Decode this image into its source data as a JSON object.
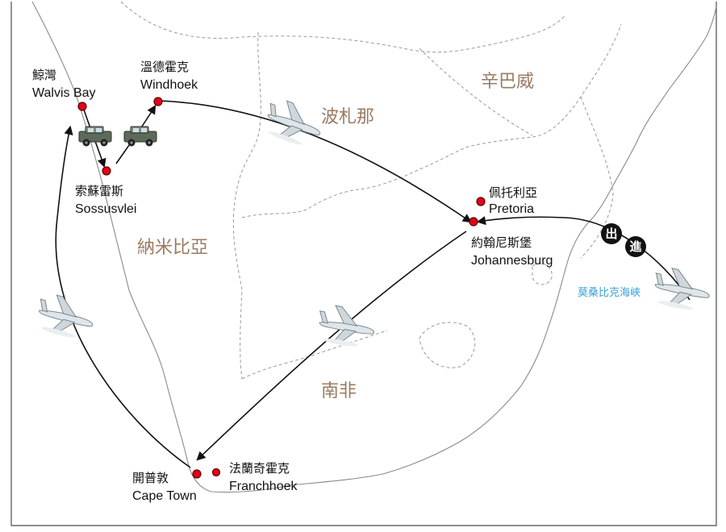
{
  "countries": [
    {
      "id": "zimbabwe",
      "label": "辛巴威"
    },
    {
      "id": "botswana",
      "label": "波札那"
    },
    {
      "id": "namibia",
      "label": "納米比亞"
    },
    {
      "id": "south-africa",
      "label": "南非"
    }
  ],
  "cities": [
    {
      "id": "walvis-bay",
      "zh": "鯨灣",
      "en": "Walvis Bay"
    },
    {
      "id": "windhoek",
      "zh": "溫德霍克",
      "en": "Windhoek"
    },
    {
      "id": "sossusvlei",
      "zh": "索蘇雷斯",
      "en": "Sossusvlei"
    },
    {
      "id": "pretoria",
      "zh": "佩托利亞",
      "en": "Pretoria"
    },
    {
      "id": "johannesburg",
      "zh": "約翰尼斯堡",
      "en": "Johannesburg"
    },
    {
      "id": "cape-town",
      "zh": "開普敦",
      "en": "Cape Town"
    },
    {
      "id": "franschhoek",
      "zh": "法蘭奇霍克",
      "en": "Franchhoek"
    }
  ],
  "strait_label": "莫桑比克海峽",
  "badges": {
    "exit": "出",
    "enter": "進"
  },
  "colors": {
    "city_dot": "#e2001a",
    "route": "#111111",
    "country_label": "#9a7b62",
    "strait_label": "#3aa0d8",
    "border": "#9a9a9a"
  },
  "icons": [
    "airplane-icon",
    "jeep-icon"
  ]
}
